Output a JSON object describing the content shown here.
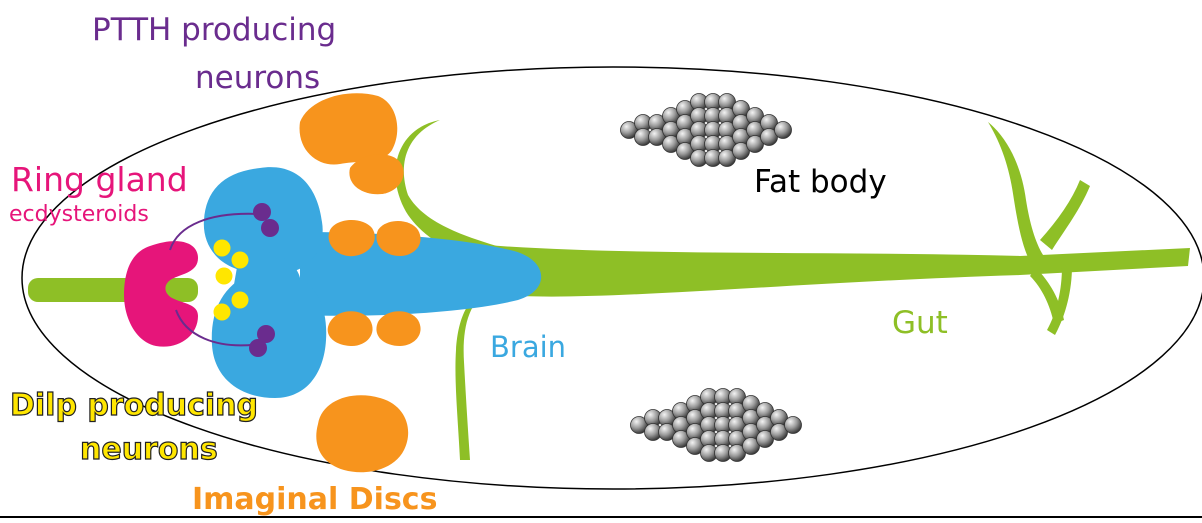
{
  "labels": {
    "ptth_line1": "PTTH producing",
    "ptth_line2": "neurons",
    "ring_gland": "Ring gland",
    "ecdysteroids": "ecdysteroids",
    "dilp_line1": "Dilp producing",
    "dilp_line2": "neurons",
    "imaginal_discs": "Imaginal Discs",
    "fat_body": "Fat body",
    "brain": "Brain",
    "gut": "Gut"
  },
  "colors": {
    "ptth": "#6a2c8e",
    "ring_gland": "#e6157a",
    "dilp": "#ffe600",
    "imaginal_discs": "#f7941d",
    "fat_body_text": "#000000",
    "brain": "#3aa8e0",
    "gut": "#8ebf26",
    "neuron_purple": "#6a2c8e",
    "fat_cell": "#9a9a9a"
  }
}
